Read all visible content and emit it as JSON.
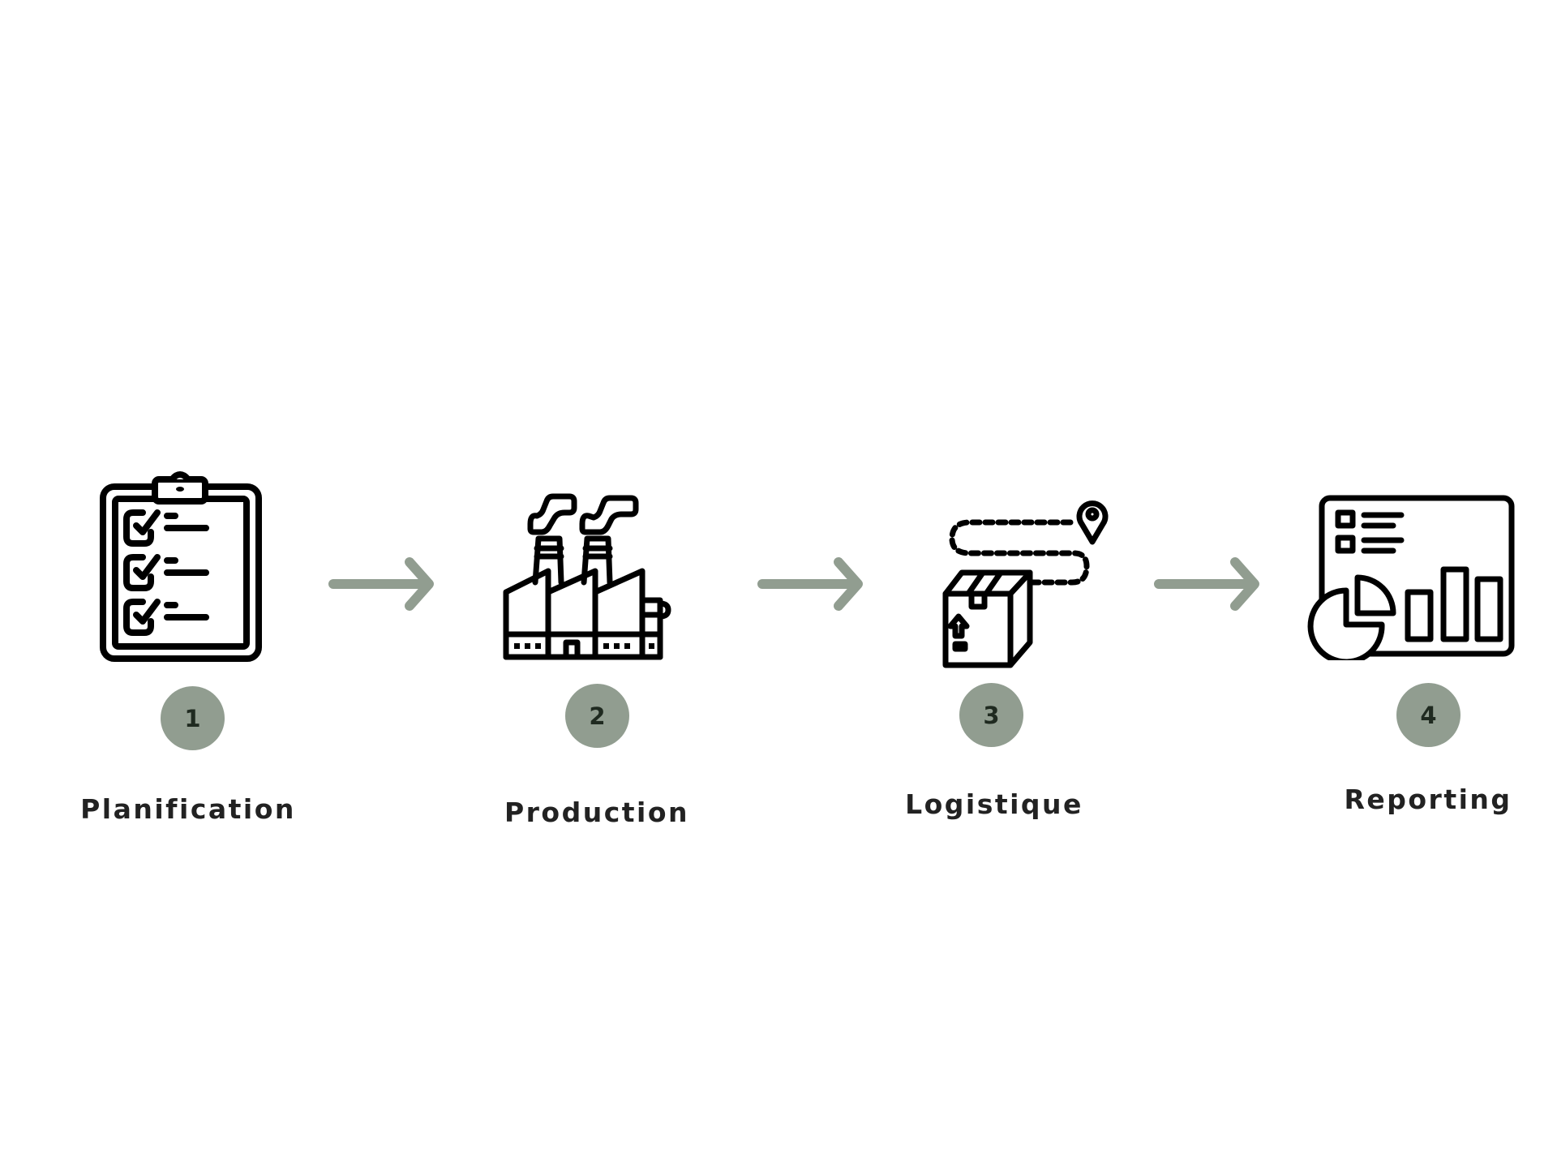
{
  "theme": {
    "accent": "#919d90",
    "icon_stroke": "#000000",
    "text": "#222222",
    "number_text": "#1f2a20",
    "background": "#ffffff"
  },
  "steps": [
    {
      "number": "1",
      "label": "Planification",
      "icon": "clipboard-checklist-icon"
    },
    {
      "number": "2",
      "label": "Production",
      "icon": "factory-icon"
    },
    {
      "number": "3",
      "label": "Logistique",
      "icon": "package-route-icon"
    },
    {
      "number": "4",
      "label": "Reporting",
      "icon": "dashboard-report-icon"
    }
  ],
  "connectors": [
    {
      "from": "1",
      "to": "2",
      "icon": "arrow-right-icon"
    },
    {
      "from": "2",
      "to": "3",
      "icon": "arrow-right-icon"
    },
    {
      "from": "3",
      "to": "4",
      "icon": "arrow-right-icon"
    }
  ]
}
